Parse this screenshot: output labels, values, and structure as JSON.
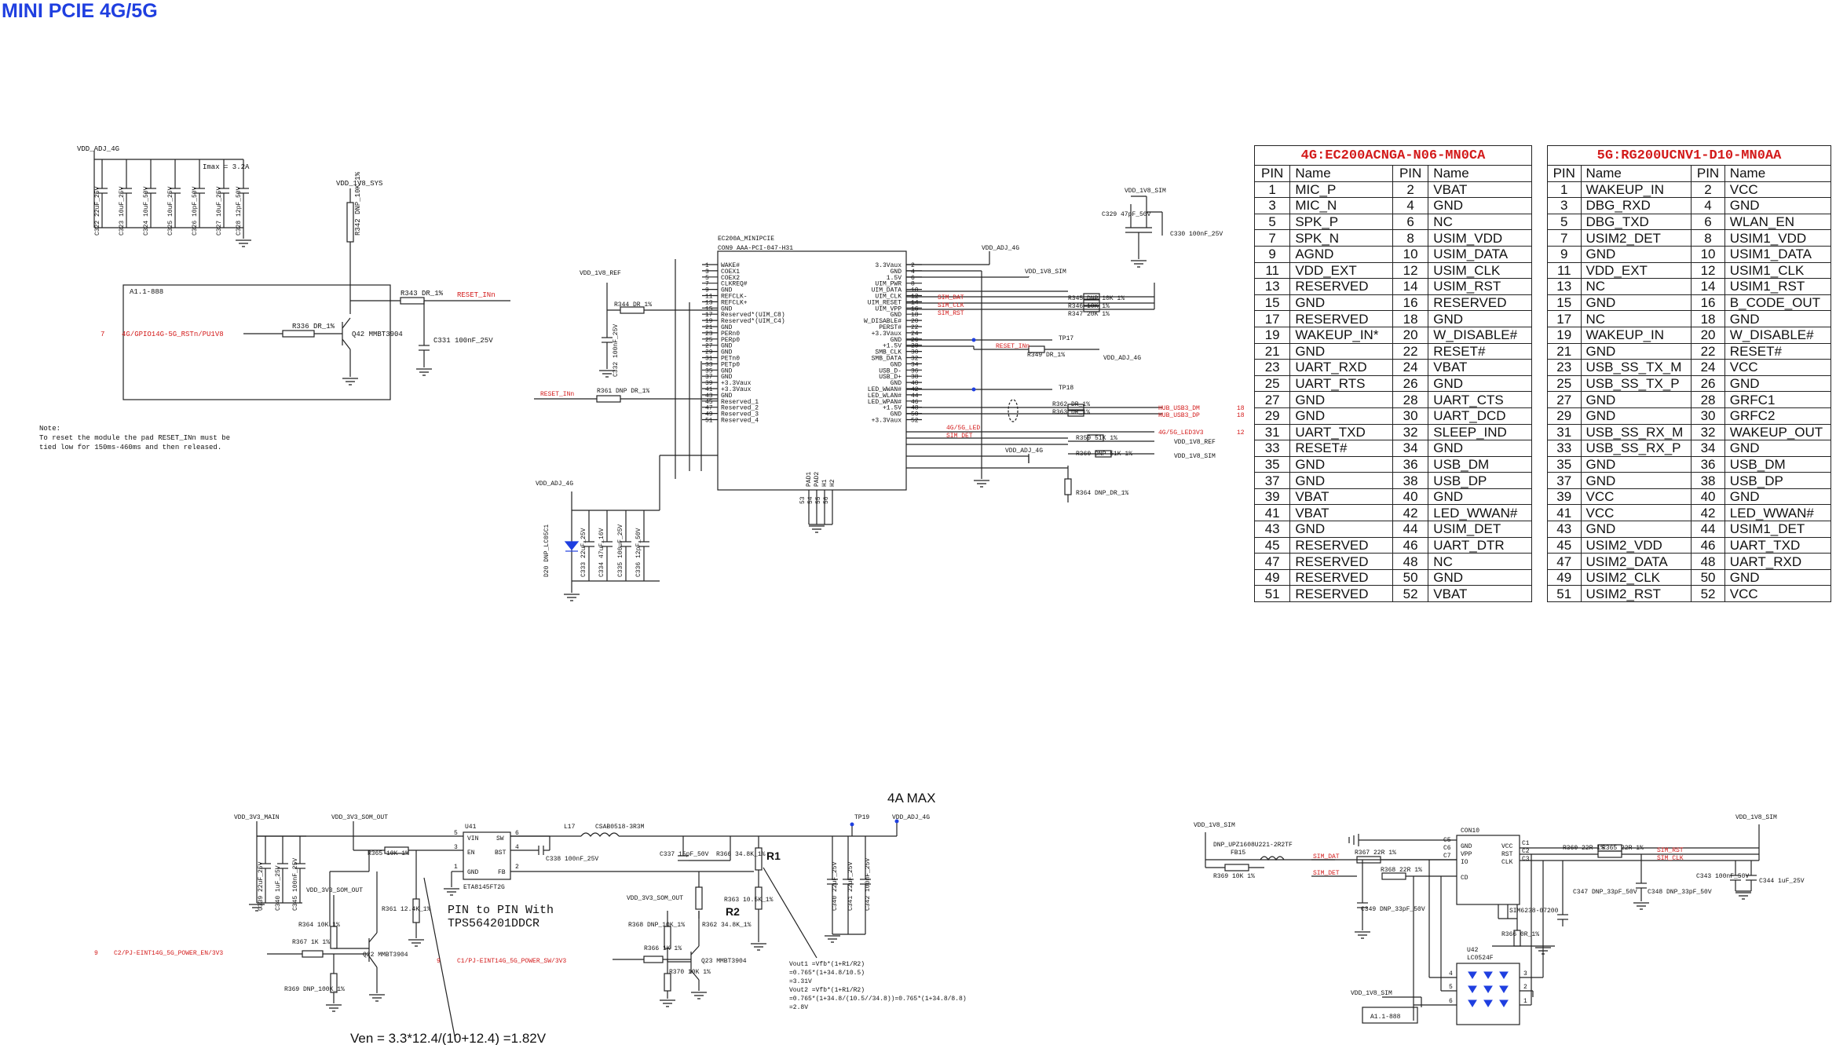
{
  "page": {
    "title": "MINI PCIE 4G/5G"
  },
  "colors": {
    "net_red": "#d31a1a",
    "title_blue": "#1f3fe0",
    "teal_note": "#2a8f8f",
    "wire": "#222222"
  },
  "top_left": {
    "rail": "VDD_ADJ_4G",
    "imax": "Imax = 3.2A",
    "caps": [
      "C322 22uF_25V",
      "C323 10uF_25V",
      "C324 10uF_50V",
      "C325 10uF_25V",
      "C326 10pF_50V",
      "C327 10uF_25V",
      "C328 12pF_50V"
    ],
    "rail_sys": "VDD_1V8_SYS",
    "r342": "R342 DNP_10K_1%",
    "box_label": "A1.1-888",
    "net_in": "4G/GPIO14G-5G_RSTn/PU1V8",
    "sheet_ref": "7",
    "r336": "R336 DR_1%",
    "q42": "Q42 MMBT3904",
    "r343": "R343 DR_1%",
    "reset_net": "RESET_INn",
    "c331": "C331 100nF_25V",
    "note": [
      "Note:",
      "To reset the module the pad RESET_INn must be",
      "tied low for 150ms-460ms and then released."
    ]
  },
  "center": {
    "header": "EC200A_MINIPCIE",
    "part": "CON9    AAA-PCI-047-H31",
    "left_pins": [
      {
        "n": "1",
        "name": "WAKE#"
      },
      {
        "n": "3",
        "name": "COEX1"
      },
      {
        "n": "5",
        "name": "COEX2"
      },
      {
        "n": "7",
        "name": "CLKREQ#"
      },
      {
        "n": "9",
        "name": "GND"
      },
      {
        "n": "11",
        "name": "REFCLK-"
      },
      {
        "n": "13",
        "name": "REFCLK+"
      },
      {
        "n": "15",
        "name": "GND"
      },
      {
        "n": "17",
        "name": "Reserved*(UIM_C8)"
      },
      {
        "n": "19",
        "name": "Reserved*(UIM_C4)"
      },
      {
        "n": "21",
        "name": "GND"
      },
      {
        "n": "23",
        "name": "PERn0"
      },
      {
        "n": "25",
        "name": "PERp0"
      },
      {
        "n": "27",
        "name": "GND"
      },
      {
        "n": "29",
        "name": "GND"
      },
      {
        "n": "31",
        "name": "PETn0"
      },
      {
        "n": "33",
        "name": "PETp0"
      },
      {
        "n": "35",
        "name": "GND"
      },
      {
        "n": "37",
        "name": "GND"
      },
      {
        "n": "39",
        "name": "+3.3Vaux"
      },
      {
        "n": "41",
        "name": "+3.3Vaux"
      },
      {
        "n": "43",
        "name": "GND"
      },
      {
        "n": "45",
        "name": "Reserved_1"
      },
      {
        "n": "47",
        "name": "Reserved_2"
      },
      {
        "n": "49",
        "name": "Reserved_3"
      },
      {
        "n": "51",
        "name": "Reserved_4"
      }
    ],
    "right_pins": [
      {
        "n": "2",
        "name": "3.3Vaux"
      },
      {
        "n": "4",
        "name": "GND"
      },
      {
        "n": "6",
        "name": "1.5V"
      },
      {
        "n": "8",
        "name": "UIM_PWR"
      },
      {
        "n": "10",
        "name": "UIM_DATA"
      },
      {
        "n": "12",
        "name": "UIM_CLK"
      },
      {
        "n": "14",
        "name": "UIM_RESET"
      },
      {
        "n": "16",
        "name": "UIM_VPP"
      },
      {
        "n": "18",
        "name": "GND"
      },
      {
        "n": "20",
        "name": "W_DISABLE#"
      },
      {
        "n": "22",
        "name": "PERST#"
      },
      {
        "n": "24",
        "name": "+3.3Vaux"
      },
      {
        "n": "26",
        "name": "GND"
      },
      {
        "n": "28",
        "name": "+1.5V"
      },
      {
        "n": "30",
        "name": "SMB_CLK"
      },
      {
        "n": "32",
        "name": "SMB_DATA"
      },
      {
        "n": "34",
        "name": "GND"
      },
      {
        "n": "36",
        "name": "USB_D-"
      },
      {
        "n": "38",
        "name": "USB_D+"
      },
      {
        "n": "40",
        "name": "GND"
      },
      {
        "n": "42",
        "name": "LED_WWAN#"
      },
      {
        "n": "44",
        "name": "LED_WLAN#"
      },
      {
        "n": "46",
        "name": "LED_WPAN#"
      },
      {
        "n": "48",
        "name": "+1.5V"
      },
      {
        "n": "50",
        "name": "GND"
      },
      {
        "n": "52",
        "name": "+3.3Vaux"
      }
    ],
    "pads": [
      "PAD1",
      "PAD2",
      "H1",
      "H2"
    ],
    "pad_nums": [
      "53",
      "54",
      "55",
      "56"
    ],
    "vdd_ref": "VDD_1V8_REF",
    "r344": "R344 DR_1%",
    "c332": "C332 100nF_25V",
    "reset_in": "RESET_INn",
    "r361": "R361 DNP DR_1%",
    "vdd_adj_4g": "VDD_ADJ_4G",
    "vdd_sim": "VDD_1V8_SIM",
    "sim_nets": [
      "SIM_DAT",
      "SIM_CLK",
      "SIM_RST"
    ],
    "r345": "R345 DNP 10K 1%",
    "r346": "R346 10K 1%",
    "r347": "R347 20K 1%",
    "tp17": "TP17",
    "reset_in2": "RESET_INn",
    "r349": "R349 DR_1%",
    "vdd_adj_out": "VDD_ADJ_4G",
    "tp18": "TP18",
    "r362": "R362 DR_1%",
    "r363": "R363 DR_1%",
    "usb_dm": "HUB_USB3_DM",
    "usb_dp": "HUB_USB3_DP",
    "usb_sheet": [
      "18",
      "18"
    ],
    "led_nets": [
      "4G/5G_LED",
      "SIM_DET"
    ],
    "led_out": "4G/5G_LED3V3",
    "led_sheet": "12",
    "r359": "R359 51K 1%",
    "r360": "R360 DNP 51K 1%",
    "vdd_ref_out": "VDD_1V8_REF",
    "vdd_sim_out": "VDD_1V8_SIM",
    "vdd_adj_mid": "VDD_ADJ_4G",
    "r364": "R364 DNP_DR_1%",
    "c329": "C329 47pF_50V",
    "c330": "C330 100nF_25V",
    "vdd_adj_left": "VDD_ADJ_4G",
    "d20": "D20 DNP_LC05C1",
    "caps_b": [
      "C333 22uF_25V",
      "C334 47uF_16V",
      "C335 100uF_25V",
      "C336 12pF_50V"
    ]
  },
  "pin_tables": [
    {
      "title": "4G:EC200ACNGA-N06-MN0CA",
      "header": [
        "PIN",
        "Name",
        "PIN",
        "Name"
      ],
      "rows": [
        [
          "1",
          "MIC_P",
          "2",
          "VBAT"
        ],
        [
          "3",
          "MIC_N",
          "4",
          "GND"
        ],
        [
          "5",
          "SPK_P",
          "6",
          "NC"
        ],
        [
          "7",
          "SPK_N",
          "8",
          "USIM_VDD"
        ],
        [
          "9",
          "AGND",
          "10",
          "USIM_DATA"
        ],
        [
          "11",
          "VDD_EXT",
          "12",
          "USIM_CLK"
        ],
        [
          "13",
          "RESERVED",
          "14",
          "USIM_RST"
        ],
        [
          "15",
          "GND",
          "16",
          "RESERVED"
        ],
        [
          "17",
          "RESERVED",
          "18",
          "GND"
        ],
        [
          "19",
          "WAKEUP_IN*",
          "20",
          "W_DISABLE#"
        ],
        [
          "21",
          "GND",
          "22",
          "RESET#"
        ],
        [
          "23",
          "UART_RXD",
          "24",
          "VBAT"
        ],
        [
          "25",
          "UART_RTS",
          "26",
          "GND"
        ],
        [
          "27",
          "GND",
          "28",
          "UART_CTS"
        ],
        [
          "29",
          "GND",
          "30",
          "UART_DCD"
        ],
        [
          "31",
          "UART_TXD",
          "32",
          "SLEEP_IND"
        ],
        [
          "33",
          "RESET#",
          "34",
          "GND"
        ],
        [
          "35",
          "GND",
          "36",
          "USB_DM"
        ],
        [
          "37",
          "GND",
          "38",
          "USB_DP"
        ],
        [
          "39",
          "VBAT",
          "40",
          "GND"
        ],
        [
          "41",
          "VBAT",
          "42",
          "LED_WWAN#"
        ],
        [
          "43",
          "GND",
          "44",
          "USIM_DET"
        ],
        [
          "45",
          "RESERVED",
          "46",
          "UART_DTR"
        ],
        [
          "47",
          "RESERVED",
          "48",
          "NC"
        ],
        [
          "49",
          "RESERVED",
          "50",
          "GND"
        ],
        [
          "51",
          "RESERVED",
          "52",
          "VBAT"
        ]
      ]
    },
    {
      "title": "5G:RG200UCNV1-D10-MN0AA",
      "header": [
        "PIN",
        "Name",
        "PIN",
        "Name"
      ],
      "rows": [
        [
          "1",
          "WAKEUP_IN",
          "2",
          "VCC"
        ],
        [
          "3",
          "DBG_RXD",
          "4",
          "GND"
        ],
        [
          "5",
          "DBG_TXD",
          "6",
          "WLAN_EN"
        ],
        [
          "7",
          "USIM2_DET",
          "8",
          "USIM1_VDD"
        ],
        [
          "9",
          "GND",
          "10",
          "USIM1_DATA"
        ],
        [
          "11",
          "VDD_EXT",
          "12",
          "USIM1_CLK"
        ],
        [
          "13",
          "NC",
          "14",
          "USIM1_RST"
        ],
        [
          "15",
          "GND",
          "16",
          "B_CODE_OUT"
        ],
        [
          "17",
          "NC",
          "18",
          "GND"
        ],
        [
          "19",
          "WAKEUP_IN",
          "20",
          "W_DISABLE#"
        ],
        [
          "21",
          "GND",
          "22",
          "RESET#"
        ],
        [
          "23",
          "USB_SS_TX_M",
          "24",
          "VCC"
        ],
        [
          "25",
          "USB_SS_TX_P",
          "26",
          "GND"
        ],
        [
          "27",
          "GND",
          "28",
          "GRFC1"
        ],
        [
          "29",
          "GND",
          "30",
          "GRFC2"
        ],
        [
          "31",
          "USB_SS_RX_M",
          "32",
          "WAKEUP_OUT"
        ],
        [
          "33",
          "USB_SS_RX_P",
          "34",
          "GND"
        ],
        [
          "35",
          "GND",
          "36",
          "USB_DM"
        ],
        [
          "37",
          "GND",
          "38",
          "USB_DP"
        ],
        [
          "39",
          "VCC",
          "40",
          "GND"
        ],
        [
          "41",
          "VCC",
          "42",
          "LED_WWAN#"
        ],
        [
          "43",
          "GND",
          "44",
          "USIM1_DET"
        ],
        [
          "45",
          "USIM2_VDD",
          "46",
          "UART_TXD"
        ],
        [
          "47",
          "USIM2_DATA",
          "48",
          "UART_RXD"
        ],
        [
          "49",
          "USIM2_CLK",
          "50",
          "GND"
        ],
        [
          "51",
          "USIM2_RST",
          "52",
          "VCC"
        ]
      ]
    }
  ],
  "power": {
    "max_label": "4A MAX",
    "vdd_main": "VDD_3V3_MAIN",
    "vdd_out_top": "VDD_3V3_SOM_OUT",
    "u41": "U41",
    "u41_part": "ETA8145FT2G",
    "u41_pins_left": [
      "VIN",
      "EN",
      "GND"
    ],
    "u41_pins_right": [
      "SW",
      "BST",
      "FB"
    ],
    "u41_nums_left": [
      "5",
      "3",
      "1"
    ],
    "u41_nums_right": [
      "6",
      "4",
      "2"
    ],
    "l17": "L17",
    "l17_part": "CSAB0518-3R3M",
    "tp19": "TP19",
    "vdd_adj_out": "VDD_ADJ_4G",
    "r365": "R365 10K 1%",
    "c338": "C338 100nF_25V",
    "caps_in": [
      "C339 22uF_25V",
      "C340 1uF_25V",
      "C345 100nF_25V"
    ],
    "c337": "C337 15pF_50V",
    "r366": "R366 34.8K_1%",
    "r1_label": "R1",
    "caps_out": [
      "C340 22uF_25V",
      "C341 22uF_25V",
      "C342 100nF_25V"
    ],
    "pin_note": [
      "PIN to PIN With",
      "TPS564201DDCR"
    ],
    "vdd_som_out_left": "VDD_3V3_SOM_OUT",
    "r364": "R364 10K 1%",
    "r367": "R367 1K 1%",
    "r361": "R361 12.4K_1%",
    "r2_label": "R2",
    "q22": "Q22 MMBT3904",
    "r369": "R369 DNP_100K_1%",
    "sheet9": "9",
    "en_net": "C2/PJ-EINT14G_5G_POWER_EN/3V3",
    "vdd_som_out_mid": "VDD_3V3_SOM_OUT",
    "r368": "R368 DNP_10K_1%",
    "r362": "R362 34.8K_1%",
    "r363": "R363 10.5K_1%",
    "sheet9b": "9",
    "sw_net": "C1/PJ-EINT14G_5G_POWER_SW/3V3",
    "r366b": "R366 1K 1%",
    "r370": "R370 10K 1%",
    "q23": "Q23 MMBT3904",
    "vout_lines": [
      "Vout1 =Vfb*(1+R1/R2)",
      "     =0.765*(1+34.8/10.5)",
      "     =3.31V",
      "Vout2 =Vfb*(1+R1/R2)",
      "     =0.765*(1+34.8/(10.5//34.8))=0.765*(1+34.8/8.8)",
      "     =2.8V"
    ],
    "ven_formula": "Ven = 3.3*12.4/(10+12.4) =1.82V"
  },
  "sim": {
    "vdd_sim_left": "VDD_1V8_SIM",
    "fb_part": "DNP_UPZ1608U221-2R2TF",
    "fb_ref": "FB15",
    "r369": "R369 10K 1%",
    "sim_dat": "SIM_DAT",
    "sim_det": "SIM_DET",
    "r367": "R367 22R 1%",
    "r368": "R368 22R 1%",
    "c349": "C349 DNP_33pF_50V",
    "con10": "CON10",
    "con_left": [
      "GND",
      "VPP",
      "IO",
      "CD"
    ],
    "con_left_nums": [
      "C5",
      "C6",
      "C7",
      ""
    ],
    "con_right": [
      "VCC",
      "RST",
      "CLK"
    ],
    "con_right_nums": [
      "C1",
      "C2",
      "C3"
    ],
    "con_part": "SIM6238-07200",
    "r366": "R366 0R_1%",
    "r360": "R360 22R 1%",
    "r365": "R365 22R 1%",
    "sim_rst": "SIM_RST",
    "sim_clk": "SIM_CLK",
    "c347": "C347 DNP_33pF_50V",
    "c348": "C348 DNP_33pF_50V",
    "c343": "C343 100nF_50V",
    "c344": "C344 1uF_25V",
    "vdd_sim_right": "VDD_1V8_SIM",
    "u42": "U42",
    "u42_part": "LC0524F",
    "u42_nums_left": [
      "4",
      "5",
      "6"
    ],
    "u42_nums_right": [
      "3",
      "2",
      "1"
    ],
    "vdd_sim_bottom": "VDD_1V8_SIM",
    "box_label": "A1.1-888"
  }
}
